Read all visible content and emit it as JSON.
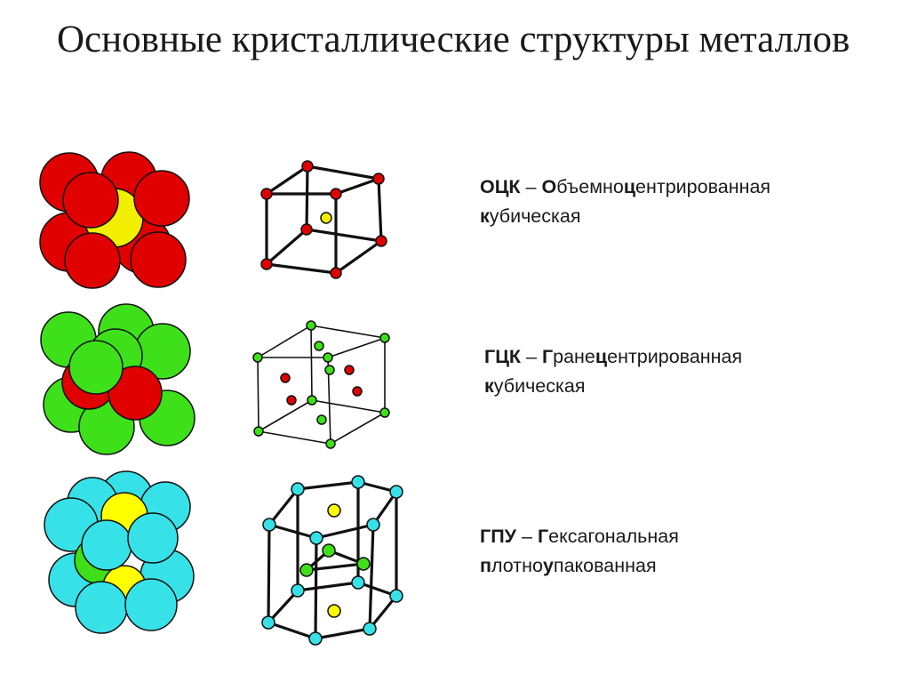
{
  "title": "Основные кристаллические структуры металлов",
  "colors": {
    "bcc_atom": "#e00000",
    "bcc_center": "#f2ef00",
    "fcc_atom": "#3ee01a",
    "fcc_center": "#e00000",
    "hcp_atom": "#36e2e8",
    "hcp_inner": "#ffff00"
  },
  "structures": [
    {
      "abbr": "ОЦК",
      "dash": " – ",
      "name_l1_bold": "О",
      "name_l1_a": "бъемно",
      "name_l1_bold2": "ц",
      "name_l1_b": "ентрированная",
      "name_l2_bold": "к",
      "name_l2_rest": "убическая"
    },
    {
      "abbr": "ГЦК",
      "dash": " – ",
      "name_l1_bold": "Г",
      "name_l1_a": "ране",
      "name_l1_bold2": "ц",
      "name_l1_b": "ентрированная",
      "name_l2_bold": "к",
      "name_l2_rest": "убическая"
    },
    {
      "abbr": "ГПУ",
      "dash": " – ",
      "name_l1_bold": "Г",
      "name_l1_a": "ексагональная",
      "name_l1_bold2": "",
      "name_l1_b": "",
      "name_l2_pre": "",
      "name_l2_p": "п",
      "name_l2_mid": "лотно",
      "name_l2_u": "у",
      "name_l2_rest": "пакованная"
    }
  ]
}
